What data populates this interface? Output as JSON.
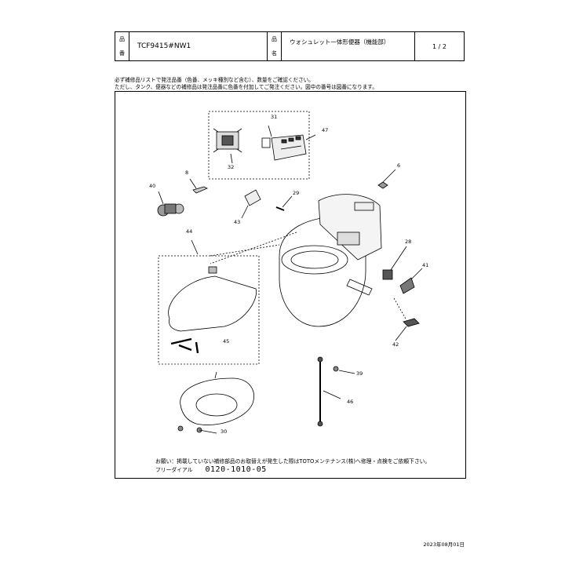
{
  "header": {
    "product_label_top": "品",
    "product_label_bottom": "番",
    "product_code": "TCF9415#NW1",
    "name_label_top": "品",
    "name_label_bottom": "名",
    "product_name": "ウォシュレット一体形便器（機能部）",
    "page": "1 / 2"
  },
  "notes": {
    "line1": "必ず補修品リストで発注品番（色番、メッキ種別など含む）、数量をご確認ください。",
    "line2": "ただし、タンク、便器などの補修品は発注品番に色番を付加してご発注ください。図中の番号は図番になります。"
  },
  "callouts": [
    "31",
    "47",
    "32",
    "6",
    "8",
    "29",
    "40",
    "43",
    "44",
    "28",
    "41",
    "45",
    "42",
    "39",
    "46",
    "30"
  ],
  "footer": {
    "note": "お願い：掲載していない補修部品のお取替えが発生した際はTOTOメンテナンス(株)へ修理・点検をご依頼下さい。",
    "dial_label": "フリーダイアル",
    "dial_number": "0120-1010-05"
  },
  "date": "2023年08月01日"
}
